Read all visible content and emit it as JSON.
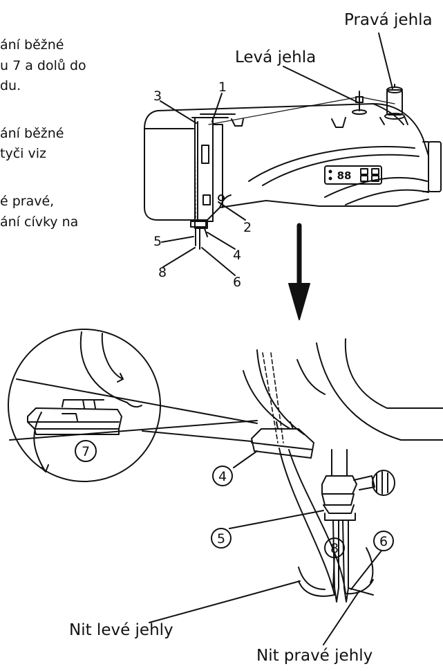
{
  "text_fragments": {
    "line1": "ání běžné",
    "line2": "u 7 a dolů do",
    "line3": "du.",
    "line4": "ání běžné",
    "line5": "tyči viz",
    "line6": "é pravé,",
    "line7": "ání cívky na"
  },
  "labels": {
    "prava_jehla": "Pravá jehla",
    "leva_jehla": "Levá jehla",
    "nit_leve_jehly": "Nit levé jehly",
    "nit_prave_jehly": "Nit pravé jehly"
  },
  "top_numbers": {
    "n1": "1",
    "n2": "2",
    "n3": "3",
    "n4": "4",
    "n5": "5",
    "n6": "6",
    "n8": "8"
  },
  "circled_numbers": {
    "c4": "4",
    "c5": "5",
    "c6": "6",
    "c7": "7",
    "c8": "8"
  },
  "display": {
    "digits": "88"
  }
}
